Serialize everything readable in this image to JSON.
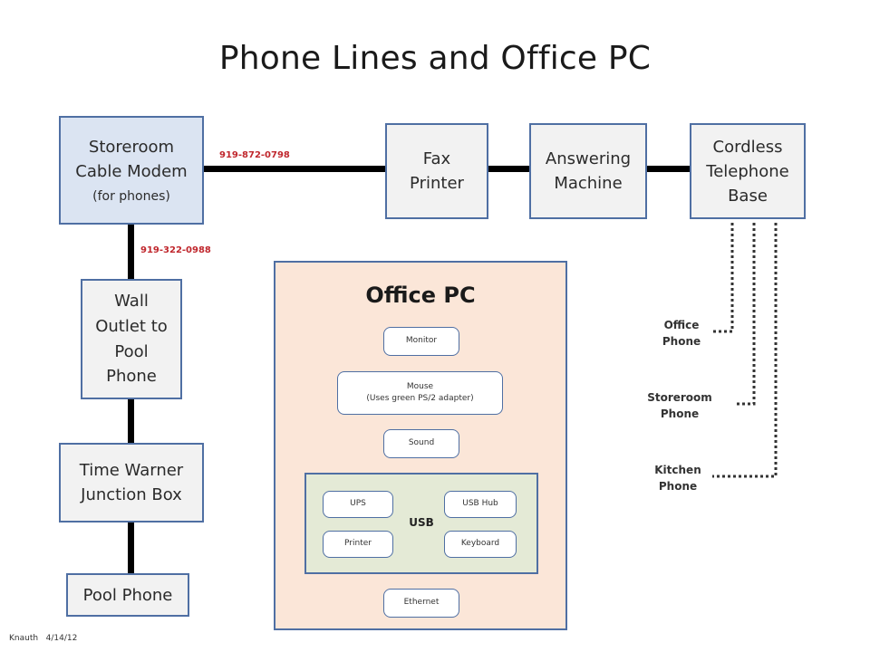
{
  "title": "Phone Lines and Office PC",
  "boxes": {
    "storeroom_modem": {
      "line1": "Storeroom",
      "line2": "Cable Modem",
      "note": "(for phones)"
    },
    "fax_printer": {
      "line1": "Fax",
      "line2": "Printer"
    },
    "answering_machine": {
      "line1": "Answering",
      "line2": "Machine"
    },
    "cordless_base": {
      "line1": "Cordless",
      "line2": "Telephone",
      "line3": "Base"
    },
    "wall_outlet": {
      "line1": "Wall",
      "line2": "Outlet to",
      "line3": "Pool",
      "line4": "Phone"
    },
    "junction_box": {
      "line1": "Time Warner",
      "line2": "Junction Box"
    },
    "pool_phone": {
      "label": "Pool Phone"
    }
  },
  "phone_numbers": {
    "modem_to_fax": "919-872-0798",
    "modem_to_wall": "919-322-0988"
  },
  "office_pc": {
    "title": "Office PC",
    "monitor": "Monitor",
    "mouse": {
      "line1": "Mouse",
      "line2": "(Uses green PS/2 adapter)"
    },
    "sound": "Sound",
    "usb": {
      "label": "USB",
      "ups": "UPS",
      "usb_hub": "USB Hub",
      "printer": "Printer",
      "keyboard": "Keyboard"
    },
    "ethernet": "Ethernet"
  },
  "handsets": {
    "office": {
      "line1": "Office",
      "line2": "Phone"
    },
    "storeroom": {
      "line1": "Storeroom",
      "line2": "Phone"
    },
    "kitchen": {
      "line1": "Kitchen",
      "line2": "Phone"
    }
  },
  "credit": "Knauth   4/14/12"
}
